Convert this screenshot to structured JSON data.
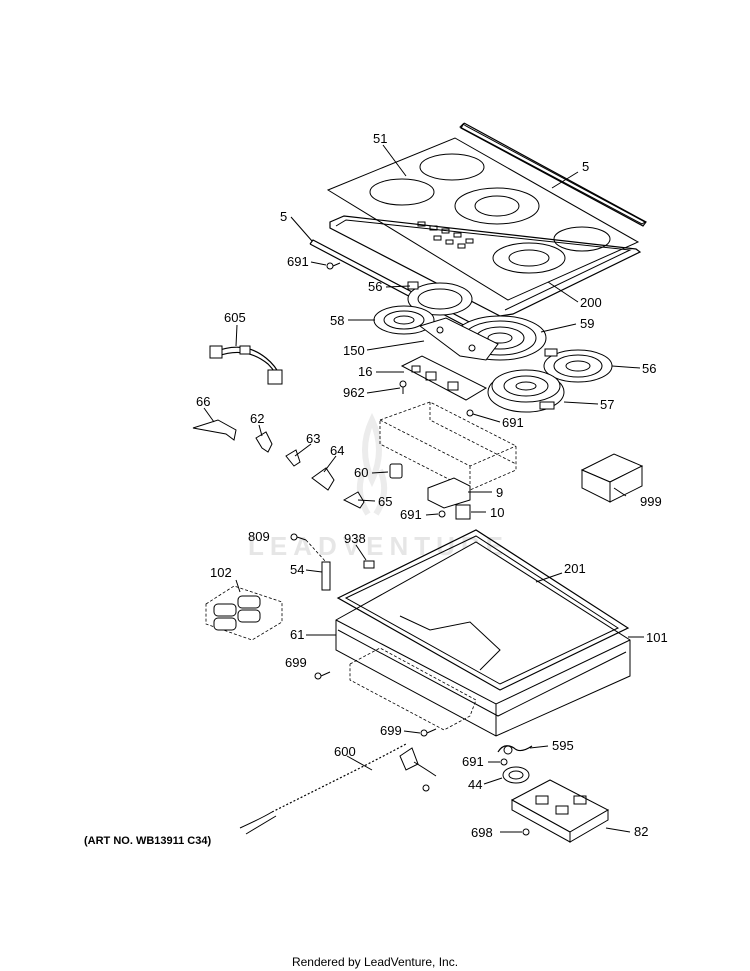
{
  "diagram": {
    "watermark": "LEADVENTURE",
    "art_number": "(ART NO. WB13911 C34)",
    "footer": "Rendered by LeadVenture, Inc.",
    "callouts": [
      {
        "id": "51",
        "label": "51"
      },
      {
        "id": "5a",
        "label": "5"
      },
      {
        "id": "5b",
        "label": "5"
      },
      {
        "id": "691a",
        "label": "691"
      },
      {
        "id": "200",
        "label": "200"
      },
      {
        "id": "56a",
        "label": "56"
      },
      {
        "id": "605",
        "label": "605"
      },
      {
        "id": "58",
        "label": "58"
      },
      {
        "id": "59",
        "label": "59"
      },
      {
        "id": "150",
        "label": "150"
      },
      {
        "id": "56b",
        "label": "56"
      },
      {
        "id": "16",
        "label": "16"
      },
      {
        "id": "57",
        "label": "57"
      },
      {
        "id": "962",
        "label": "962"
      },
      {
        "id": "691b",
        "label": "691"
      },
      {
        "id": "66",
        "label": "66"
      },
      {
        "id": "62",
        "label": "62"
      },
      {
        "id": "63",
        "label": "63"
      },
      {
        "id": "64",
        "label": "64"
      },
      {
        "id": "60",
        "label": "60"
      },
      {
        "id": "999",
        "label": "999"
      },
      {
        "id": "9",
        "label": "9"
      },
      {
        "id": "65",
        "label": "65"
      },
      {
        "id": "691c",
        "label": "691"
      },
      {
        "id": "10",
        "label": "10"
      },
      {
        "id": "809",
        "label": "809"
      },
      {
        "id": "938",
        "label": "938"
      },
      {
        "id": "201",
        "label": "201"
      },
      {
        "id": "102",
        "label": "102"
      },
      {
        "id": "54",
        "label": "54"
      },
      {
        "id": "61",
        "label": "61"
      },
      {
        "id": "101",
        "label": "101"
      },
      {
        "id": "699a",
        "label": "699"
      },
      {
        "id": "699b",
        "label": "699"
      },
      {
        "id": "595",
        "label": "595"
      },
      {
        "id": "600",
        "label": "600"
      },
      {
        "id": "691d",
        "label": "691"
      },
      {
        "id": "44",
        "label": "44"
      },
      {
        "id": "698",
        "label": "698"
      },
      {
        "id": "82",
        "label": "82"
      }
    ]
  }
}
